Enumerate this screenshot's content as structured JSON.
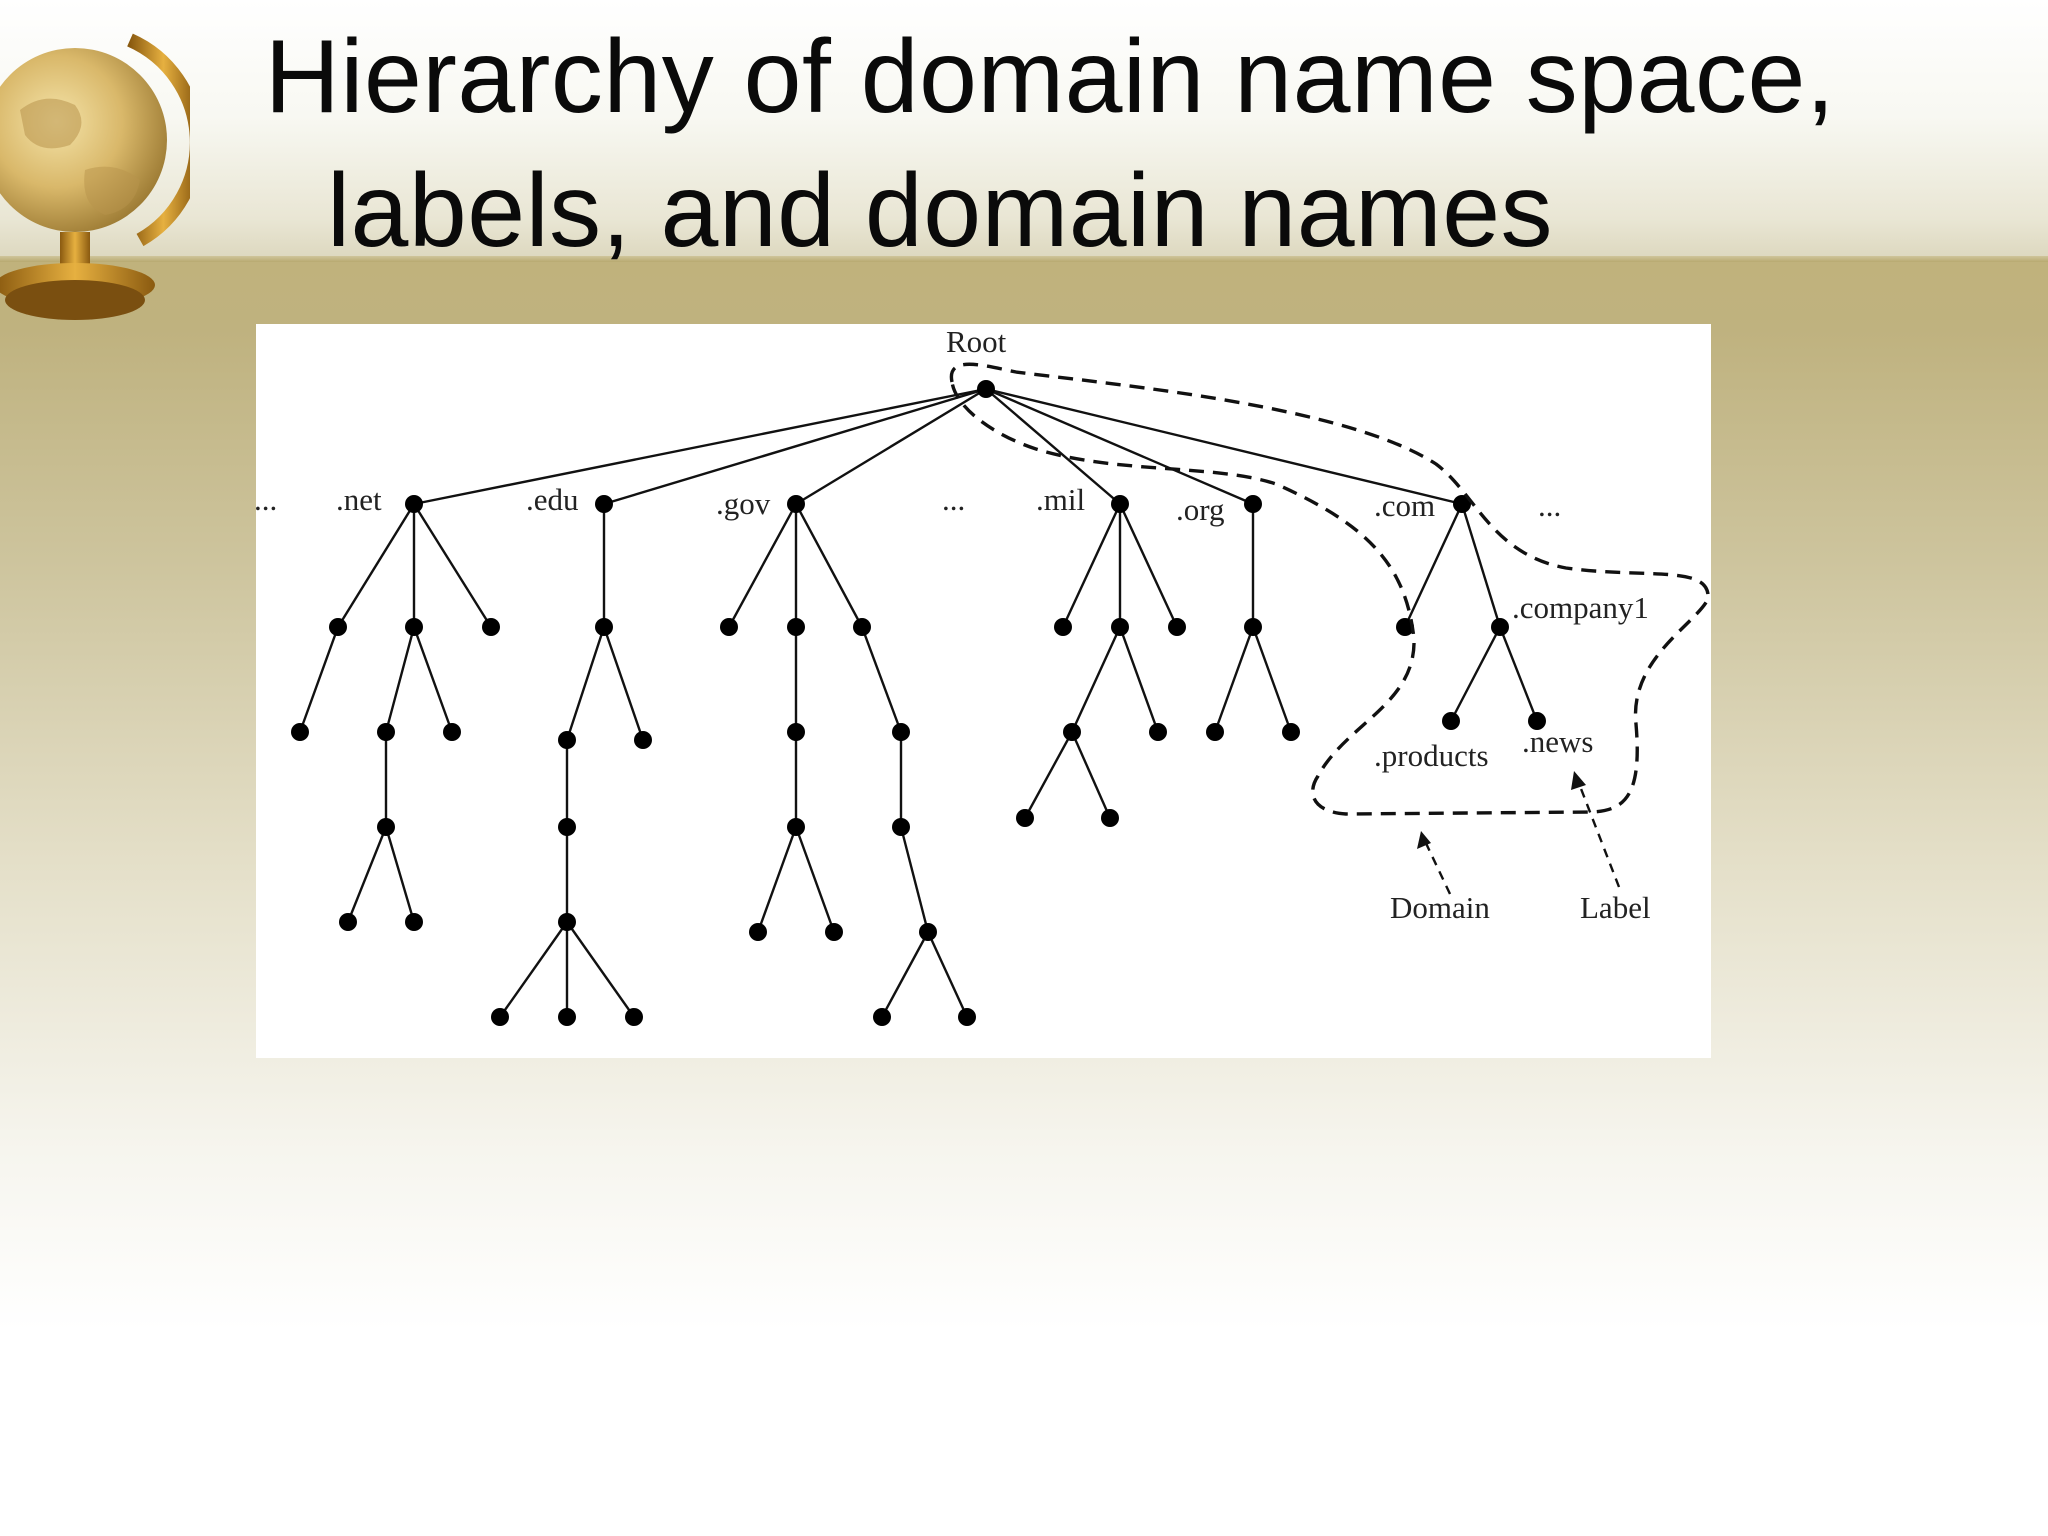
{
  "slide": {
    "title_line1": "Hierarchy of domain name space,",
    "title_line2": "labels, and domain names"
  },
  "diagram": {
    "root_label": "Root",
    "ellipsis": "...",
    "top_level_domains": [
      ".net",
      ".edu",
      ".gov",
      ".mil",
      ".org",
      ".com"
    ],
    "second_level_label": ".company1",
    "third_level_labels": [
      ".products",
      ".news"
    ],
    "annotations": {
      "domain": "Domain",
      "label": "Label"
    }
  }
}
